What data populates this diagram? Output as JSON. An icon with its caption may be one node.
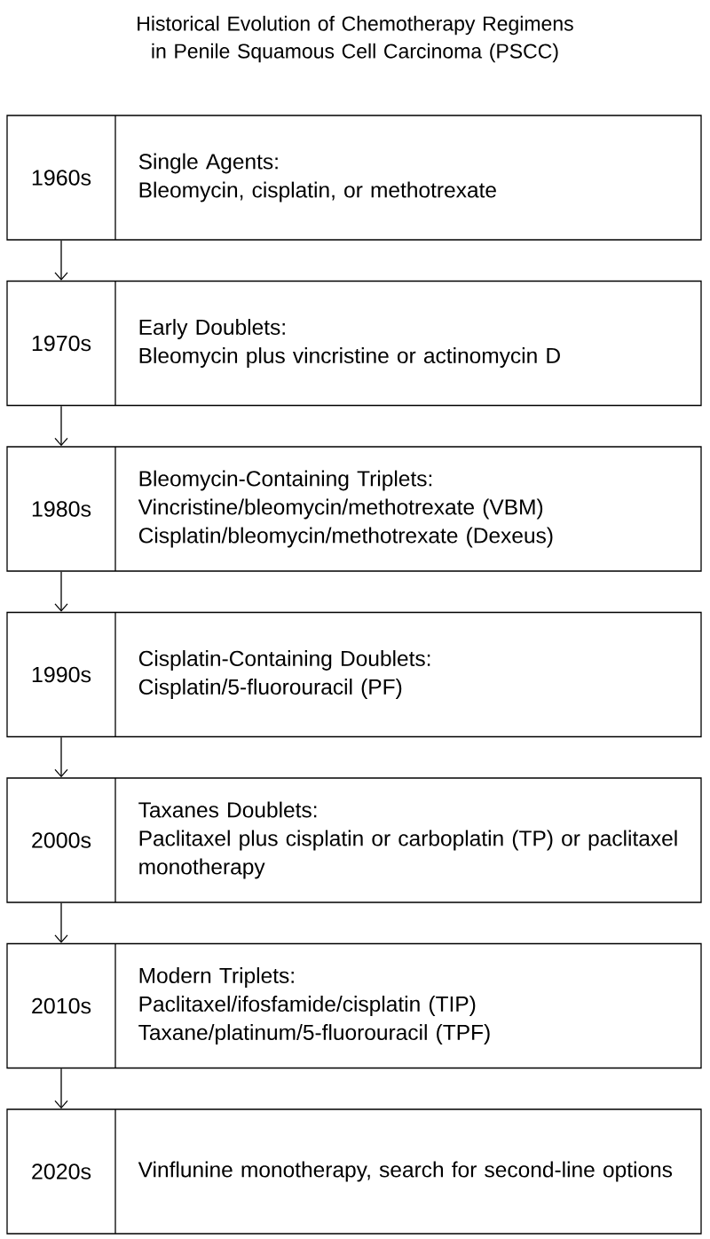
{
  "diagram": {
    "title": "Historical Evolution of Chemotherapy Regimens in Penile Squamous Cell Carcinoma (PSCC)",
    "nodes": [
      {
        "text": [
          "1960s",
          "Single Agents:",
          "Bleomycin, cisplatin, or methotrexate"
        ]
      },
      {
        "text": [
          "1970s",
          "Early Doublets:",
          "Bleomycin plus vincristine or actinomycin D"
        ]
      },
      {
        "text": [
          "1980s",
          "Bleomycin-Containing Triplets:",
          "Vincristine/bleomycin/methotrexate (VBM)",
          "Cisplatin/bleomycin/methotrexate (Dexeus)"
        ]
      },
      {
        "text": [
          "1990s",
          "Cisplatin-Containing Doublets:",
          "Cisplatin/5-fluorouracil (PF)"
        ]
      },
      {
        "text": [
          "2000s",
          "Taxanes Doublets:",
          "Paclitaxel plus cisplatin or carboplatin (TP) or paclitaxel monotherapy"
        ]
      },
      {
        "text": [
          "2010s",
          "Modern Triplets:",
          "Paclitaxel/ifosfamide/cisplatin (TIP)",
          "Taxane/platinum/5-fluorouracil (TPF)"
        ]
      },
      {
        "text": [
          "2020s",
          "Vinflunine monotherapy, search for second-line options"
        ]
      }
    ],
    "edges": [
      {
        "from": 0,
        "to": 1,
        "arrow": "to"
      },
      {
        "from": 1,
        "to": 2,
        "arrow": "to"
      },
      {
        "from": 2,
        "to": 3,
        "arrow": "to"
      },
      {
        "from": 3,
        "to": 4,
        "arrow": "to"
      },
      {
        "from": 4,
        "to": 5,
        "arrow": "to"
      },
      {
        "from": 5,
        "to": 6,
        "arrow": "to"
      }
    ]
  }
}
